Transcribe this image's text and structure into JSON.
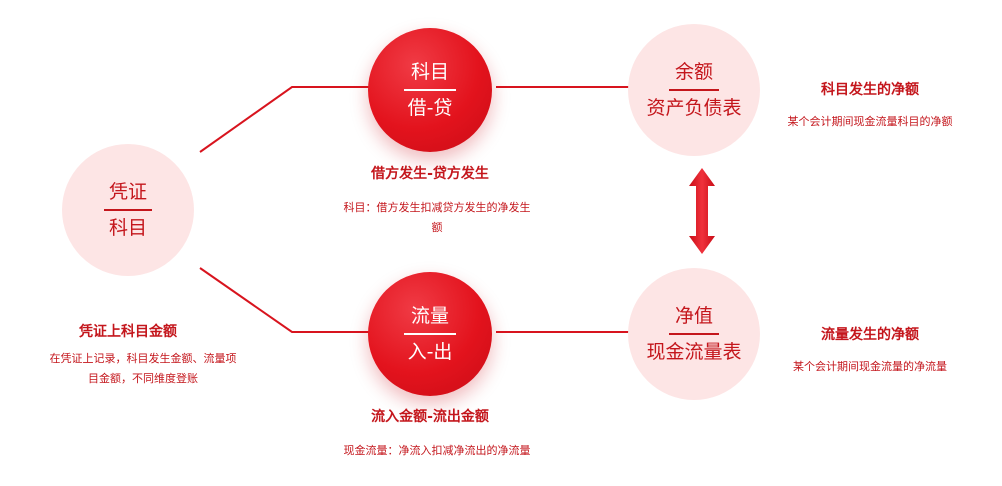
{
  "voucher_node": {
    "top": "凭证",
    "bottom": "科目"
  },
  "voucher_caption": {
    "title": "凭证上科目金额",
    "description": "在凭证上记录，科目发生金额、流量项目金额，不同维度登账"
  },
  "subject_node": {
    "top": "科目",
    "bottom": "借-贷"
  },
  "subject_caption": {
    "title": "借方发生-贷方发生",
    "description": "科目：借方发生扣减贷方发生的净发生额"
  },
  "flow_node": {
    "top": "流量",
    "bottom": "入-出"
  },
  "flow_caption": {
    "title": "流入金额-流出金额",
    "description": "现金流量：净流入扣减净流出的净流量"
  },
  "balance_node": {
    "top": "余额",
    "bottom": "资产负债表"
  },
  "balance_caption": {
    "title": "科目发生的净额",
    "description": "某个会计期间现金流量科目的净额"
  },
  "net_node": {
    "top": "净值",
    "bottom": "现金流量表"
  },
  "net_caption": {
    "title": "流量发生的净额",
    "description": "某个会计期间现金流量的净流量"
  },
  "colors": {
    "primary_red": "#e3131d",
    "light_pink": "#fde5e5",
    "text_red": "#c4161c"
  }
}
